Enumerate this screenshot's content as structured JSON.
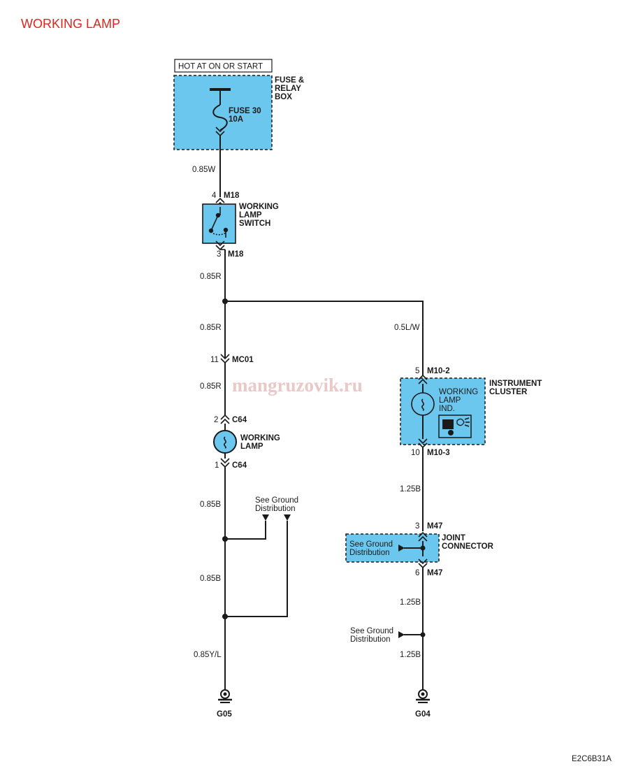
{
  "title": "WORKING LAMP",
  "figure_code": "E2C6B31A",
  "watermark": "mangruzovik.ru",
  "colors": {
    "title": "#e5231b",
    "component_fill": "#6cc7ef",
    "wire": "#1a1a1a",
    "watermark": "#e9c8c8"
  },
  "power_label": "HOT AT ON OR START",
  "fuse_box": {
    "label_line1": "FUSE &",
    "label_line2": "RELAY",
    "label_line3": "BOX",
    "fuse_line1": "FUSE 30",
    "fuse_line2": "10A"
  },
  "wires": {
    "w1": "0.85W",
    "w2": "0.85R",
    "w3": "0.85R",
    "w4": "0.85R",
    "w5": "0.85B",
    "w6": "0.85B",
    "w7": "0.85Y/L",
    "w8": "0.5L/W",
    "w9": "1.25B",
    "w10": "1.25B",
    "w11": "1.25B"
  },
  "switch": {
    "label_line1": "WORKING",
    "label_line2": "LAMP",
    "label_line3": "SWITCH",
    "top_pin": "4",
    "top_conn": "M18",
    "bot_pin": "3",
    "bot_conn": "M18"
  },
  "mc01": {
    "pin": "11",
    "conn": "MC01"
  },
  "lamp": {
    "label_line1": "WORKING",
    "label_line2": "LAMP",
    "top_pin": "2",
    "top_conn": "C64",
    "bot_pin": "1",
    "bot_conn": "C64"
  },
  "ground_ref": {
    "line1": "See Ground",
    "line2": "Distribution"
  },
  "cluster": {
    "label_line1": "INSTRUMENT",
    "label_line2": "CLUSTER",
    "ind_line1": "WORKING",
    "ind_line2": "LAMP",
    "ind_line3": "IND.",
    "top_pin": "5",
    "top_conn": "M10-2",
    "bot_pin": "10",
    "bot_conn": "M10-3"
  },
  "joint": {
    "label_line1": "JOINT",
    "label_line2": "CONNECTOR",
    "top_pin": "3",
    "top_conn": "M47",
    "bot_pin": "6",
    "bot_conn": "M47"
  },
  "grounds": {
    "left": "G05",
    "right": "G04"
  }
}
